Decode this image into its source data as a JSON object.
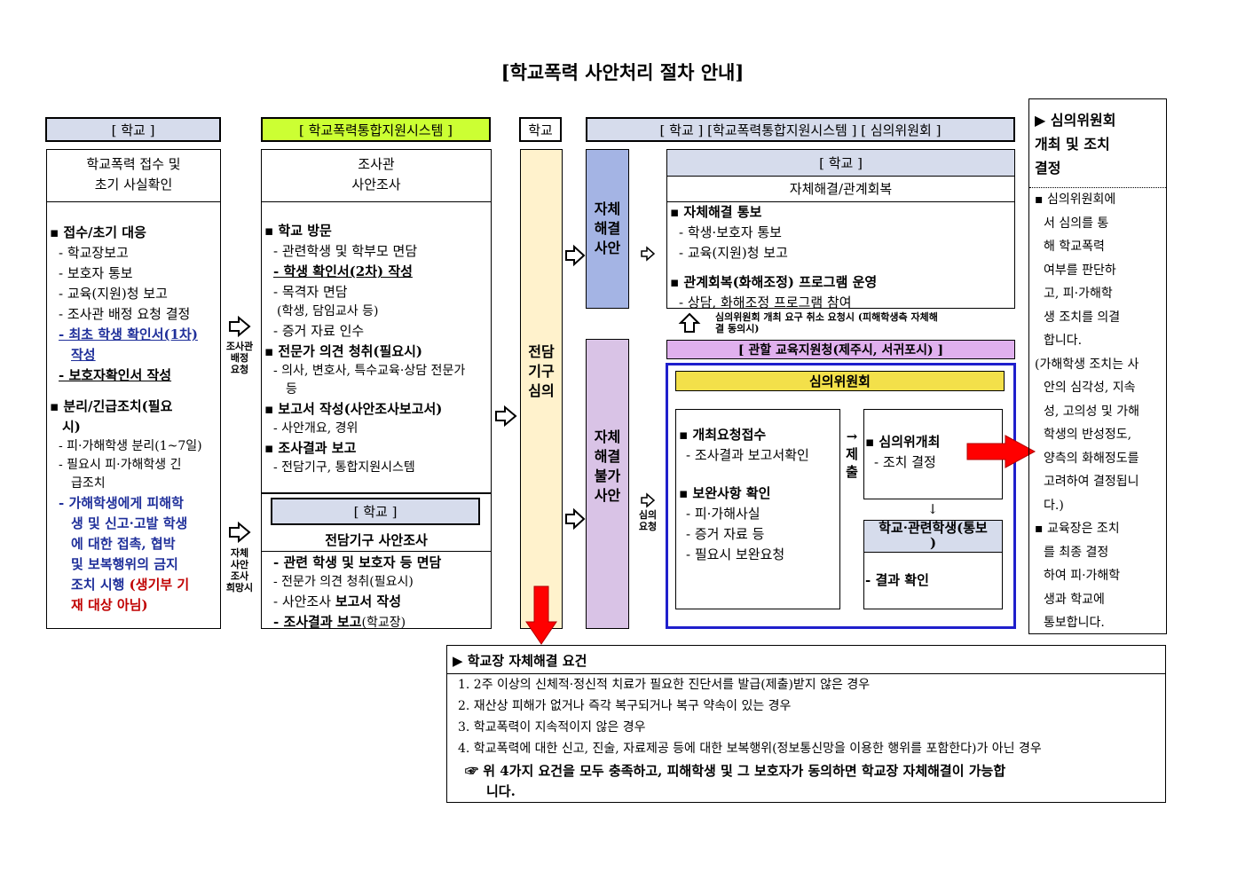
{
  "title": "[학교폭력 사안처리 절차 안내]",
  "col1": {
    "header": "[ 학교 ]",
    "box_title": [
      "학교폭력 접수 및",
      "초기 사실확인"
    ],
    "section1_title": "▪ 접수/초기 대응",
    "section1_items": [
      "- 학교장보고",
      "- 보호자 통보",
      "- 교육(지원)청 보고",
      "- 조사관 배정 요청 결정"
    ],
    "section1_item_u1a": "- 최초 학생 확인서(1차)",
    "section1_item_u1b": "작성",
    "section1_item_u2": "- 보호자확인서 작성",
    "section2_title_a": "▪   분리/긴급조치(필요",
    "section2_title_b": "시)",
    "section2_items": [
      "- 피·가해학생 분리(1~7일)",
      "- 필요시 피·가해학생 긴",
      "급조치"
    ],
    "section2_blue": [
      "- 가해학생에게 피해학",
      "생 및 신고·고발 학생",
      "에 대한 접촉, 협박",
      "및 보복행위의 금지"
    ],
    "section2_mixed_blue": "조치 시행",
    "section2_mixed_red": "(생기부 기",
    "section2_red_last": "재 대상 아님)"
  },
  "arrow_labels": {
    "a1": [
      "조사관",
      "배정",
      "요청"
    ],
    "a2": [
      "자체",
      "사안",
      "조사",
      "희망시"
    ],
    "a3": [
      "심의",
      "요청"
    ]
  },
  "col2": {
    "header": "[ 학교폭력통합지원시스템 ]",
    "header_bg": "#ccff33",
    "box_title": [
      "조사관",
      "사안조사"
    ],
    "s1_title": "▪ 학교 방문",
    "s1_items": [
      "- 관련학생 및 학부모 면담"
    ],
    "s1_u": "- 학생 확인서(2차) 작성",
    "s1_items2": [
      "- 목격자 면담",
      "(학생, 담임교사 등)",
      "-  증거 자료 인수"
    ],
    "s2_title": "▪ 전문가 의견 청취(필요시)",
    "s2_items": [
      "-  의사, 변호사, 특수교육·상담 전문가",
      "등"
    ],
    "s3_title": "▪ 보고서 작성(사안조사보고서)",
    "s3_items": [
      "-  사안개요, 경위"
    ],
    "s4_title": "▪ 조사결과 보고",
    "s4_items": [
      "- 전담기구, 통합지원시스템"
    ],
    "sub_header": "[ 학교 ]",
    "sub_title": "전담기구 사안조사",
    "sub_items": [
      "- 관련 학생 및 보호자 등 면담",
      "- 전문가 의견 청취(필요시)"
    ],
    "sub_item3a": "- 사안조사 ",
    "sub_item3b": "보고서 작성",
    "sub_item4a": "- 조사결과 보고",
    "sub_item4b": "(학교장)"
  },
  "col3": {
    "header": "학교",
    "body": [
      "전담",
      "기구",
      "심의"
    ],
    "bg": "#fff2cc"
  },
  "col4": {
    "header": "[ 학교 ] [학교폭력통합지원시스템 ] [ 심의위원회 ]",
    "self_box": [
      "자체",
      "해결",
      "사안"
    ],
    "self_bg": "#a4b4e4",
    "notself_box": [
      "자체",
      "해결",
      "불가",
      "사안"
    ],
    "notself_bg": "#d9c3e6",
    "school_header": "[ 학교 ]",
    "school_title": "자체해결/관계회복",
    "s1_title": "▪ 자체해결 통보",
    "s1_items": [
      "- 학생·보호자 통보",
      "- 교육(지원)청 보고"
    ],
    "s2_title": "▪ 관계회복(화해조정) 프로그램 운영",
    "s2_item": "- 상담, 화해조정 프로그램 참여",
    "cancel_note": [
      "심의위원회 개최 요구 취소 요청시 (피해학생측 자체해",
      "결 동의시)"
    ],
    "office_header": "[ 관할 교육지원청(제주시, 서귀포시) ]",
    "office_bg": "#e0b0ee",
    "committee_title": "심의위원회",
    "committee_bg": "#f3e04a",
    "req_title": "▪ 개최요청접수",
    "req_items": [
      "- 조사결과 보고서확인"
    ],
    "sup_title": "▪ 보완사항 확인",
    "sup_items": [
      "-  피·가해사실",
      "-  증거 자료 등",
      "-  필요시 보완요청"
    ],
    "submit": [
      "→",
      "제",
      "출"
    ],
    "open_title": "▪ 심의위개최",
    "open_items": [
      "- 조치 결정"
    ],
    "down_arrow": "↓",
    "notify_title": [
      "학교·관련학생(통보",
      ")"
    ],
    "notify_item": "- 결과 확인"
  },
  "col5": {
    "header": [
      "▶  심의위원회",
      "개최  및  조치",
      "결정"
    ],
    "p1": [
      "▪  심의위원회에",
      "서  심의를  통",
      "해    학교폭력",
      "여부를  판단하",
      "고,   피·가해학",
      "생 조치를 의결",
      "합니다."
    ],
    "p2": [
      "(가해학생 조치는 사",
      "안의 심각성, 지속",
      "성, 고의성 및 가해",
      "학생의    반성정도,",
      "양측의  화해정도를",
      "고려하여   결정됩니",
      "다.)"
    ],
    "p3": [
      "▪  교육장은 조치",
      "를  최종  결정",
      "하여 피·가해학",
      "생과    학교에",
      "통보합니다."
    ]
  },
  "bottom": {
    "title": "▶  학교장 자체해결 요건",
    "items": [
      "1. 2주 이상의 신체적·정신적 치료가 필요한 진단서를 발급(제출)받지 않은 경우",
      "2. 재산상 피해가 없거나 즉각 복구되거나 복구 약속이 있는 경우",
      "3. 학교폭력이 지속적이지 않은 경우",
      "4. 학교폭력에 대한 신고, 진술, 자료제공 등에 대한 보복행위(정보통신망을 이용한 행위를 포함한다)가 아닌 경우"
    ],
    "note_a": "☞ 위 4가지 요건을 모두 충족하고, 피해학생 및 그 보호자가 동의하면 학교장 자체해결이 가능합",
    "note_b": "니다."
  },
  "colors": {
    "header_bg": "#d6dcec",
    "arrow_red": "#ff0000",
    "frame_blue": "#1f1fcc"
  }
}
